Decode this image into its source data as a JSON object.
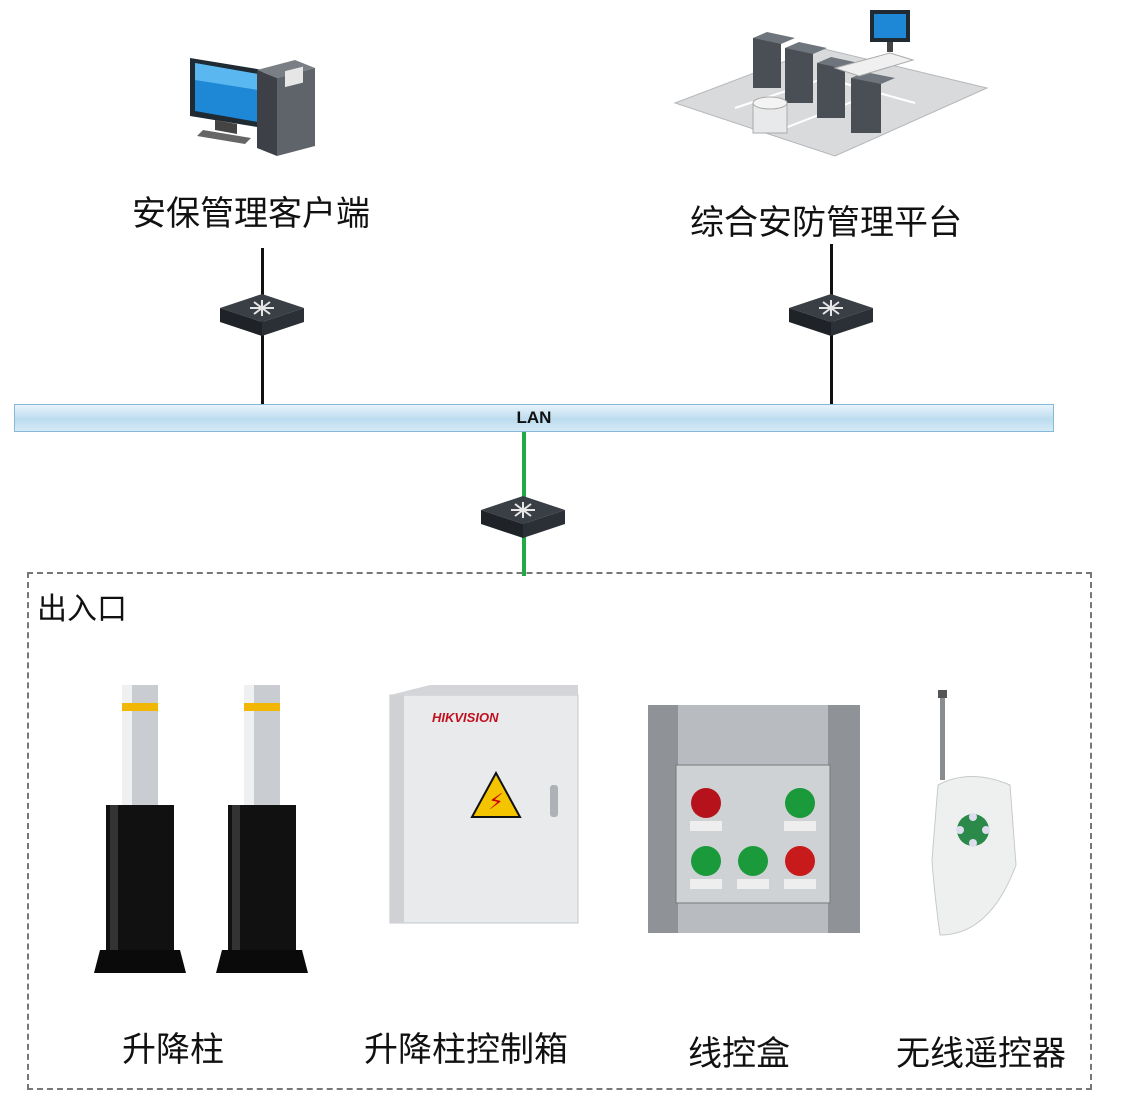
{
  "nodes": {
    "client": "安保管理客户端",
    "platform": "综合安防管理平台"
  },
  "network": {
    "lan_label": "LAN"
  },
  "zone": {
    "title": "出入口"
  },
  "devices": [
    {
      "label": "升降柱"
    },
    {
      "label": "升降柱控制箱"
    },
    {
      "label": "线控盒"
    },
    {
      "label": "无线遥控器"
    }
  ],
  "logos": {
    "control_box_brand": "HIKVISION"
  },
  "colors": {
    "lan_line": "#bcdcef",
    "access_link": "#22aa44",
    "zone_border": "#777777"
  }
}
